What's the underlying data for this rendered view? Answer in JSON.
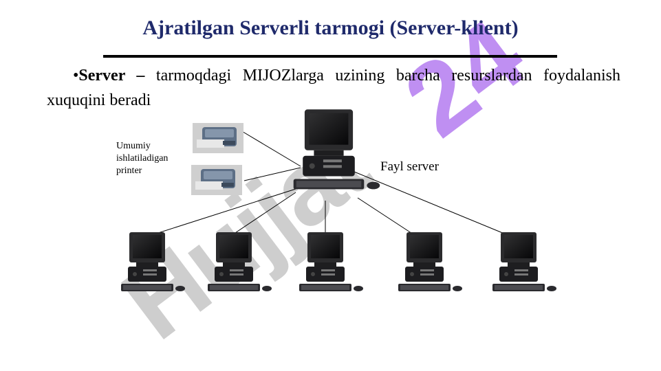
{
  "slide": {
    "title": "Ajratilgan Serverli tarmogi (Server-klient)",
    "bullet_marker": "•",
    "bullet_term": "Server",
    "bullet_dash": " – ",
    "bullet_rest": "tarmoqdagi MIJOZlarga uzining barcha resurslardan foydalanish xuquqini beradi"
  },
  "diagram": {
    "printer_label_lines": [
      "Umumiy",
      "ishlatiladigan",
      "printer"
    ],
    "server_label": "Fayl server",
    "printer_icons": [
      "printer-icon",
      "printer-icon"
    ],
    "server_icon": "desktop-computer-icon",
    "client_icons": [
      "desktop-computer-icon",
      "desktop-computer-icon",
      "desktop-computer-icon",
      "desktop-computer-icon",
      "desktop-computer-icon"
    ]
  },
  "watermark": {
    "text": "Hujjat 24",
    "colors": {
      "gray": "#c6c6c6",
      "purple": "#b57cf0"
    }
  },
  "colors": {
    "title": "#1f2a6b",
    "text": "#000000"
  }
}
